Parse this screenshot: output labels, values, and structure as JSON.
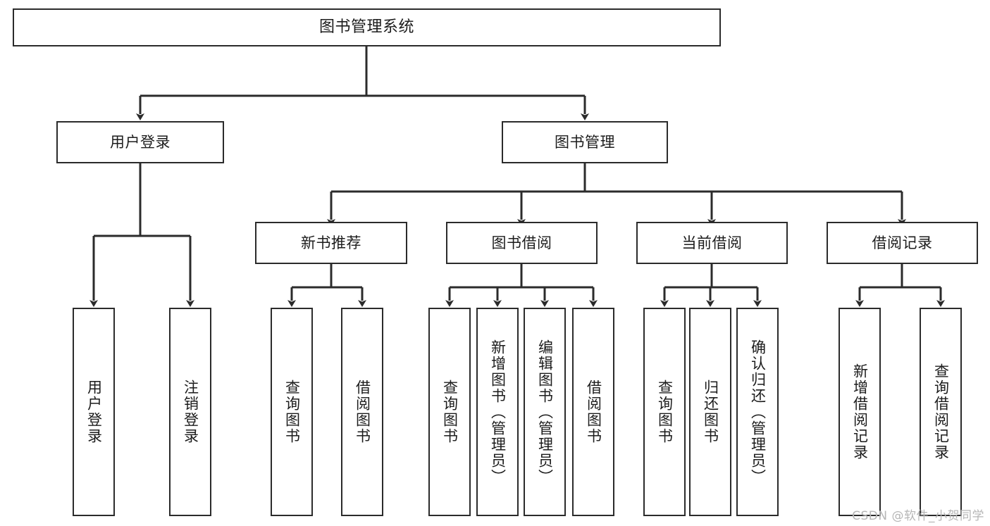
{
  "diagram": {
    "title": "图书管理系统",
    "type": "tree-hierarchy-chart",
    "orientation": "top-down",
    "box_fill": "#ffffff",
    "box_stroke": "#2b2b2b",
    "text_color": "#1c1c1c",
    "background": "#ffffff"
  },
  "nodes": {
    "root": {
      "label": "图书管理系统",
      "level": 0
    },
    "user_login": {
      "label": "用户登录",
      "level": 1
    },
    "book_manage": {
      "label": "图书管理",
      "level": 1
    },
    "new_book_rec": {
      "label": "新书推荐",
      "level": 2
    },
    "book_borrow": {
      "label": "图书借阅",
      "level": 2
    },
    "current_borrow": {
      "label": "当前借阅",
      "level": 2
    },
    "borrow_record": {
      "label": "借阅记录",
      "level": 2
    },
    "leaf_user_login": {
      "label": "用户登录",
      "level": 3
    },
    "leaf_logout": {
      "label": "注销登录",
      "level": 3
    },
    "leaf_query_book_1": {
      "label": "查询图书",
      "level": 3
    },
    "leaf_borrow_book_1": {
      "label": "借阅图书",
      "level": 3
    },
    "leaf_query_book_2": {
      "label": "查询图书",
      "level": 3
    },
    "leaf_add_book": {
      "label": "新增图书（管理员）",
      "level": 3
    },
    "leaf_edit_book": {
      "label": "编辑图书（管理员）",
      "level": 3
    },
    "leaf_borrow_book_2": {
      "label": "借阅图书",
      "level": 3
    },
    "leaf_query_book_3": {
      "label": "查询图书",
      "level": 3
    },
    "leaf_return_book": {
      "label": "归还图书",
      "level": 3
    },
    "leaf_confirm_return": {
      "label": "确认归还（管理员）",
      "level": 3
    },
    "leaf_add_record": {
      "label": "新增借阅记录",
      "level": 3
    },
    "leaf_query_record": {
      "label": "查询借阅记录",
      "level": 3
    }
  },
  "watermark": {
    "text": "CSDN @软件_小贺同学"
  }
}
